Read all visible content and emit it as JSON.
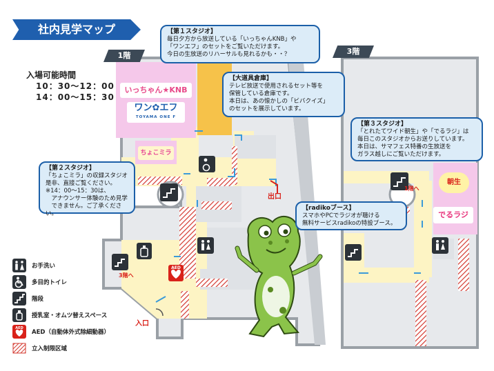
{
  "title": "社内見学マップ",
  "floors": {
    "f1": "1階",
    "f3": "3階"
  },
  "hours": {
    "heading": "入場可能時間",
    "slot1": "10：30〜12：00",
    "slot2": "14：00〜15：30"
  },
  "callouts": {
    "studio1": {
      "title": "【第１スタジオ】",
      "body": "毎日夕方から放送している「いっちゃんKNB」や\n「ワンエフ」のセットをご覧いただけます。\n今日の生放送のリハーサルも見れるかも・・？"
    },
    "props": {
      "title": "【大道具倉庫】",
      "body": "テレビ放送で使用されるセット等を\n保管している倉庫です。\n本日は、あの懐かしの「ビバクイズ」\nのセットを展示しています。"
    },
    "studio2": {
      "title": "【第２スタジオ】",
      "body": "「ちょこミラ」の収録スタジオ\n是非、直接ご覧ください。\n※14：00〜15：30は、\n　アナウンサー体験のため見学\n　できません。ご了承ください。"
    },
    "studio3": {
      "title": "【第３スタジオ】",
      "body": "「とれたてワイド朝生」や「でるラジ」は\n毎日このスタジオからお送りしています。\n本日は、サマフェス特番の生放送を\nガラス越しにご覧いただけます。"
    },
    "radiko": {
      "title": "【radikoブース】",
      "body": "スマホやPCでラジオが聴ける\n無料サービスradikoの特設ブース。"
    }
  },
  "map_labels": {
    "exit": "出口",
    "entrance": "入口",
    "to3f": "3階へ",
    "to1f": "1階へ"
  },
  "signs": {
    "ichan": "いっちゃん★KNB",
    "wanef": "ワン✿エフ",
    "wanef_sub": "TOYAMA ONE F",
    "choko": "ちょこミラ",
    "asanama": "朝生",
    "deru": "でるラジ"
  },
  "legend": [
    {
      "icon": "restroom-icon",
      "label": "お手洗い"
    },
    {
      "icon": "accessible-toilet-icon",
      "label": "多目的トイレ"
    },
    {
      "icon": "stairs-icon",
      "label": "階段"
    },
    {
      "icon": "nursing-room-icon",
      "label": "授乳室・オムツ替えスペース"
    },
    {
      "icon": "aed-icon",
      "label": "AED（自動体外式除細動器）"
    },
    {
      "icon": "restricted-area-icon",
      "label": "立入制限区域"
    }
  ],
  "colors": {
    "accent": "#1f5fae",
    "floor": "#fdf4c4",
    "studio": "#f5c8ea",
    "storage": "#f6c24a",
    "wall": "#9aa0a6",
    "restricted": "#d3382f"
  }
}
